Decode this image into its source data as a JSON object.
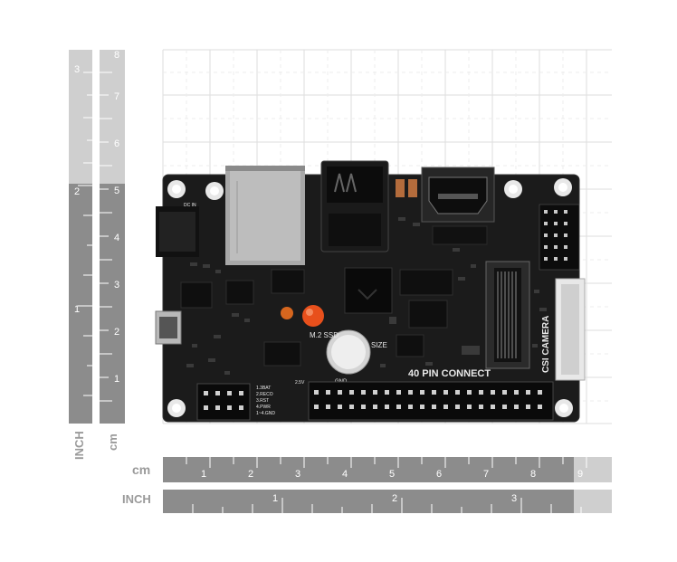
{
  "ruler_labels": {
    "unit_cm": "cm",
    "unit_inch": "INCH"
  },
  "board_silkscreen": {
    "header_label": "40 PIN CONNECT",
    "camera_label": "CSI CAMERA",
    "ssd_label": "M.2 SSD",
    "ssd_size_label": "SIZE",
    "dc_label": "DC IN",
    "rtc_label": "GND",
    "voltage_label": "2.5V",
    "pin_notes": [
      "1.3BAT",
      "2.RECO",
      "3.RST",
      "4.PWR",
      "1~4.GND"
    ]
  },
  "colors": {
    "pcb": "#1b1b1b",
    "ruler_dark": "#8c8c8c",
    "ruler_light": "#cfcfcf",
    "grid": "#dddddd",
    "led": "#e8501c"
  }
}
